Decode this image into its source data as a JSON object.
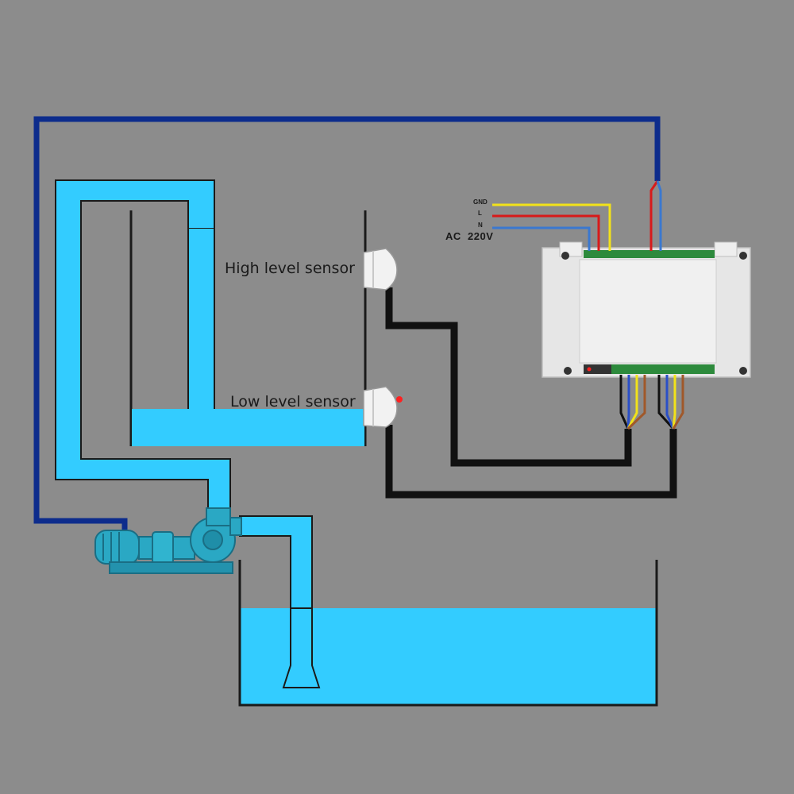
{
  "labels": {
    "high_sensor": "High level sensor",
    "low_sensor": "Low level sensor",
    "gnd": "GND",
    "live": "L",
    "neutral": "N",
    "supply": "AC  220V"
  },
  "colors": {
    "background": "#8c8c8c",
    "water": "#33ccff",
    "pump": "#2aa8c4",
    "control_wire": "#0d2c8c",
    "sensor_wire": "#111111",
    "gnd_wire": "#f2e21a",
    "live_wire": "#d81a1a",
    "neutral_wire": "#3a78d0",
    "controller_body": "#e6e6e6",
    "terminal_block": "#2d8a3c"
  },
  "icons": [
    "pump-icon",
    "controller-icon",
    "high-sensor-icon",
    "low-sensor-icon",
    "indicator-light-icon"
  ]
}
